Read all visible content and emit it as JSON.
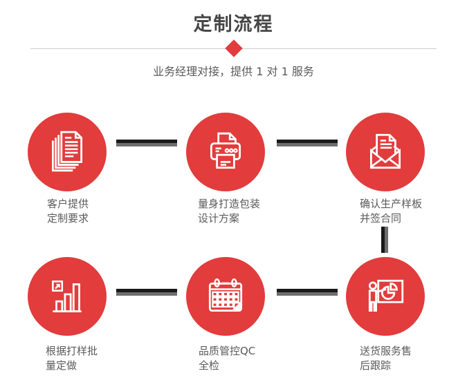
{
  "title": "定制流程",
  "subtitle": "业务经理对接，提供 1 对 1 服务",
  "colors": {
    "accent_red": "#e23c3c",
    "connector_dark": "#1a1a1a",
    "connector_gray": "#6e6e6e",
    "divider_gray": "#cccccc",
    "title_text": "#464646",
    "label_text": "#5a5a5a"
  },
  "steps": [
    {
      "icon": "documents-icon",
      "lines": [
        "客户提供",
        "定制要求"
      ]
    },
    {
      "icon": "printer-icon",
      "lines": [
        "量身打造包装",
        "设计方案"
      ]
    },
    {
      "icon": "envelope-icon",
      "lines": [
        "确认生产样板",
        "并签合同"
      ]
    },
    {
      "icon": "bar-chart-icon",
      "lines": [
        "根据打样批",
        "量定做"
      ]
    },
    {
      "icon": "calendar-icon",
      "lines": [
        "品质管控QC",
        "全检"
      ]
    },
    {
      "icon": "presentation-icon",
      "lines": [
        "送货服务售",
        "后跟踪"
      ]
    }
  ]
}
